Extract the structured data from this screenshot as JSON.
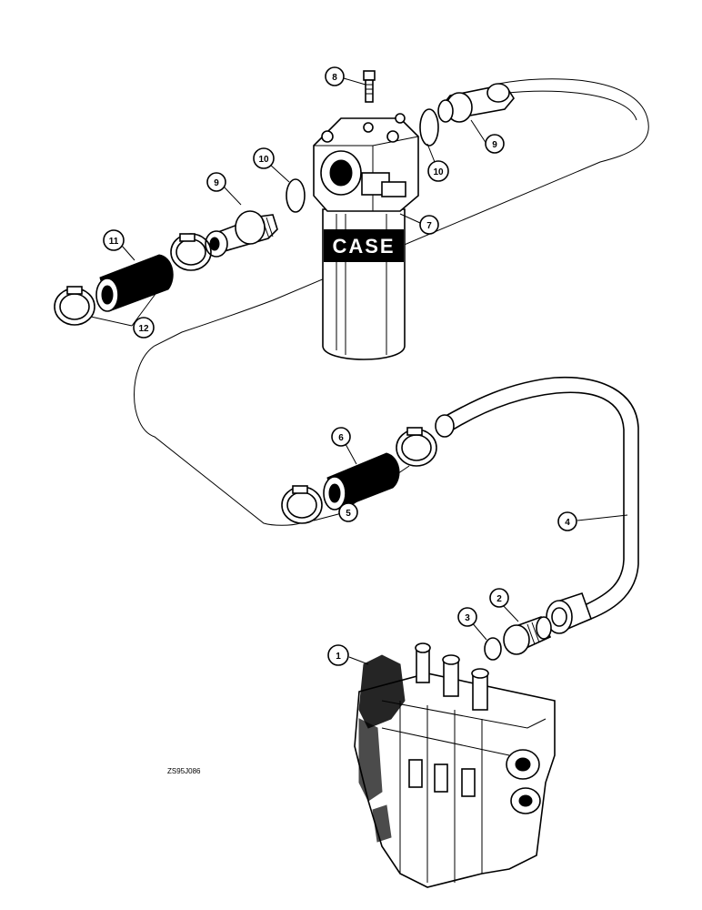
{
  "brand_logo_text": "CASE",
  "drawing_code": "ZS95J086",
  "callouts": {
    "c1": "1",
    "c2": "2",
    "c3": "3",
    "c4": "4",
    "c5": "5",
    "c6": "6",
    "c7": "7",
    "c8": "8",
    "c9a": "9",
    "c9b": "9",
    "c10a": "10",
    "c10b": "10",
    "c11": "11",
    "c12": "12"
  }
}
